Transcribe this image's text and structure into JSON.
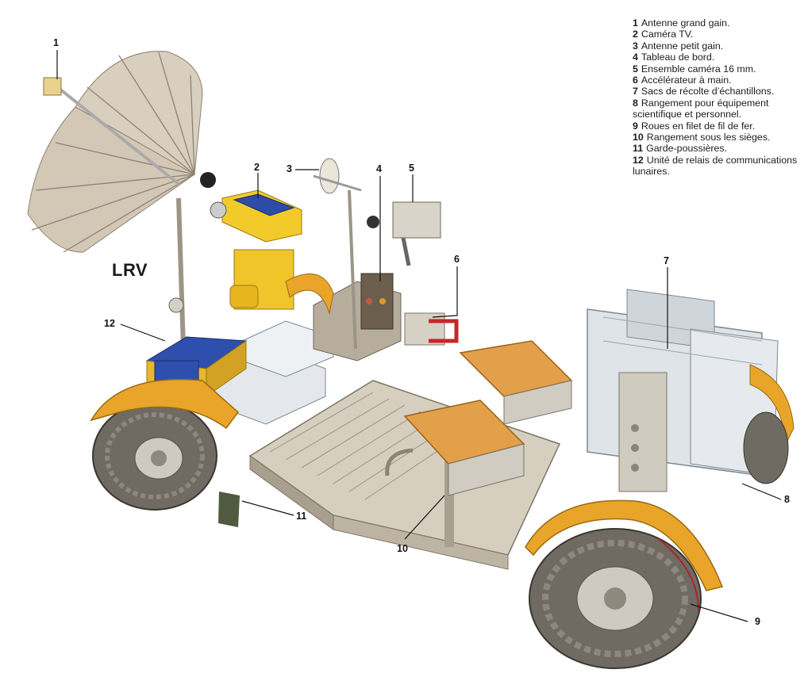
{
  "title": "LRV",
  "legend": [
    {
      "num": "1",
      "text": "Antenne grand gain."
    },
    {
      "num": "2",
      "text": "Caméra TV."
    },
    {
      "num": "3",
      "text": "Antenne petit gain."
    },
    {
      "num": "4",
      "text": "Tableau de bord."
    },
    {
      "num": "5",
      "text": "Ensemble caméra 16 mm."
    },
    {
      "num": "6",
      "text": "Accélérateur à main."
    },
    {
      "num": "7",
      "text": "Sacs de récolte d’échantillons."
    },
    {
      "num": "8",
      "text": "Rangement pour équipement scientifique et personnel."
    },
    {
      "num": "9",
      "text": "Roues en filet de fil de fer."
    },
    {
      "num": "10",
      "text": "Rangement sous les sièges."
    },
    {
      "num": "11",
      "text": "Garde-poussières."
    },
    {
      "num": "12",
      "text": "Unité de relais de communications lunaires."
    }
  ],
  "callouts": {
    "c1": "1",
    "c2": "2",
    "c3": "3",
    "c4": "4",
    "c5": "5",
    "c6": "6",
    "c7": "7",
    "c8": "8",
    "c9": "9",
    "c10": "10",
    "c11": "11",
    "c12": "12"
  },
  "colors": {
    "fender": "#e8a52a",
    "fender_dark": "#b87a12",
    "chassis": "#d6cfc0",
    "chassis_dark": "#a89f8f",
    "seat": "#e3a04a",
    "tire": "#6f6a62",
    "solar": "#2f4fae",
    "antenna_fabric": "#d9cfbf",
    "storage": "#dfe4e8"
  }
}
